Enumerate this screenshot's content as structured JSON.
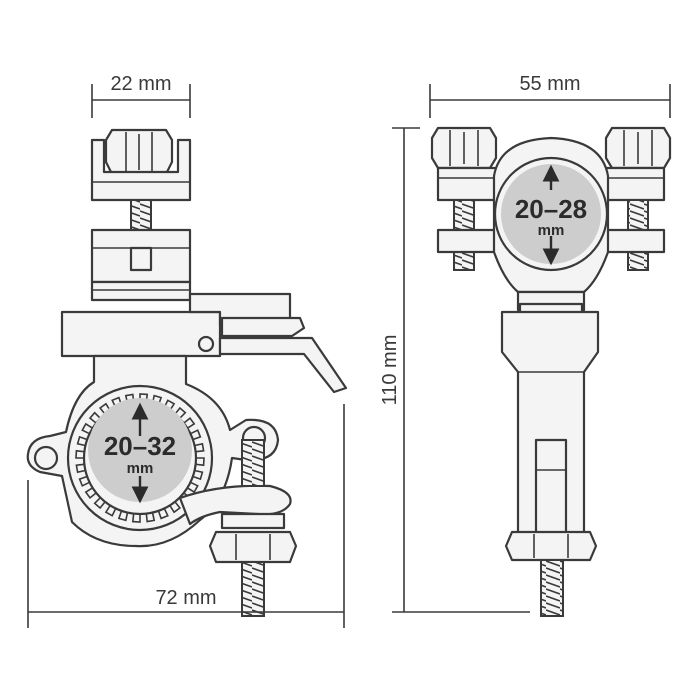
{
  "dimensions": {
    "left_top_width": "22 mm",
    "left_bottom_width": "72 mm",
    "right_top_width": "55 mm",
    "right_height": "110 mm"
  },
  "clamp_ranges": {
    "left_range_value": "20–32",
    "left_range_unit": "mm",
    "right_range_value": "20–28",
    "right_range_unit": "mm"
  },
  "colors": {
    "stroke": "#3a3a3a",
    "part_fill": "#f4f4f4",
    "range_fill": "#cdcdcd"
  }
}
